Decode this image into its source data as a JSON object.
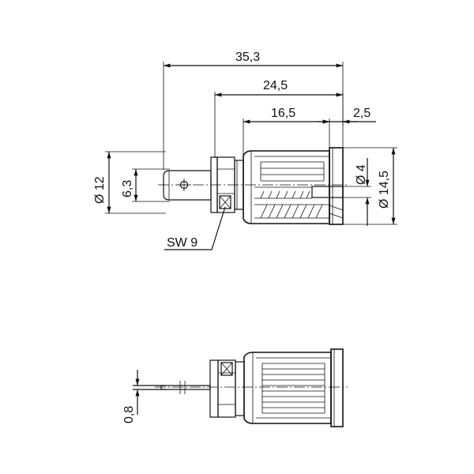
{
  "dimensions": {
    "overall_length": "35,3",
    "body_length": "24,5",
    "sleeve_length": "16,5",
    "flange_thickness": "2,5",
    "pin_diameter": "Ø 12",
    "tab_width": "6,3",
    "bore_diameter": "Ø 4",
    "flange_diameter": "Ø 14,5",
    "wrench_size": "SW 9",
    "tab_thickness": "0,8"
  },
  "colors": {
    "line": "#111111",
    "background": "#ffffff"
  }
}
